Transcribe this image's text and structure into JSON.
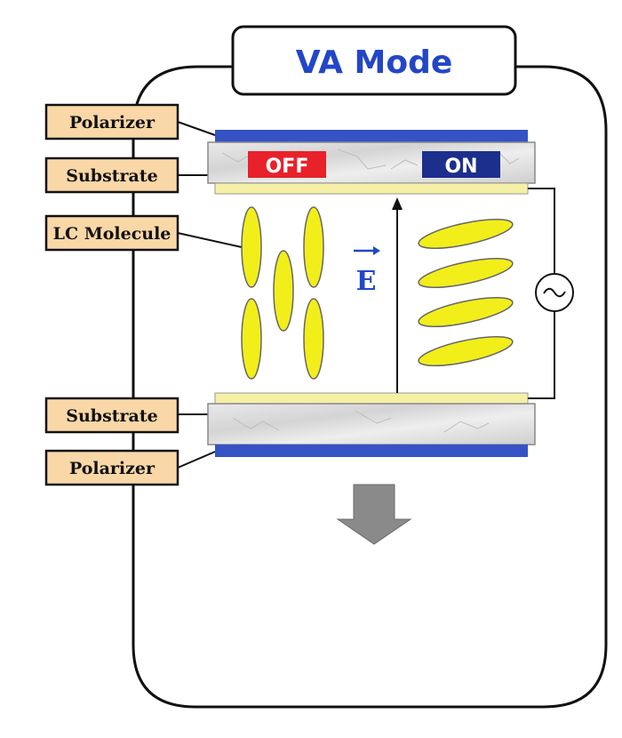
{
  "title": "VA Mode",
  "labels": {
    "polarizer_top": "Polarizer",
    "substrate_top": "Substrate",
    "lc_molecule": "LC Molecule",
    "substrate_bottom": "Substrate",
    "polarizer_bottom": "Polarizer"
  },
  "states": {
    "off": "OFF",
    "on": "ON"
  },
  "field_symbol": "E",
  "colors": {
    "polarizer": "#3553c4",
    "label_fill": "#f9d7a7",
    "lc_fill": "#f2ee1a",
    "alignment_layer": "#f6f0a6",
    "off_badge": "#e8212a",
    "on_badge": "#1c2f8c",
    "title_text": "#2346c8",
    "output_arrow": "#8a8a8a"
  },
  "icons": {
    "ac_source": "ac-source-icon",
    "field_arrow": "field-vector-arrow-icon",
    "output_arrow": "down-arrow-icon"
  }
}
